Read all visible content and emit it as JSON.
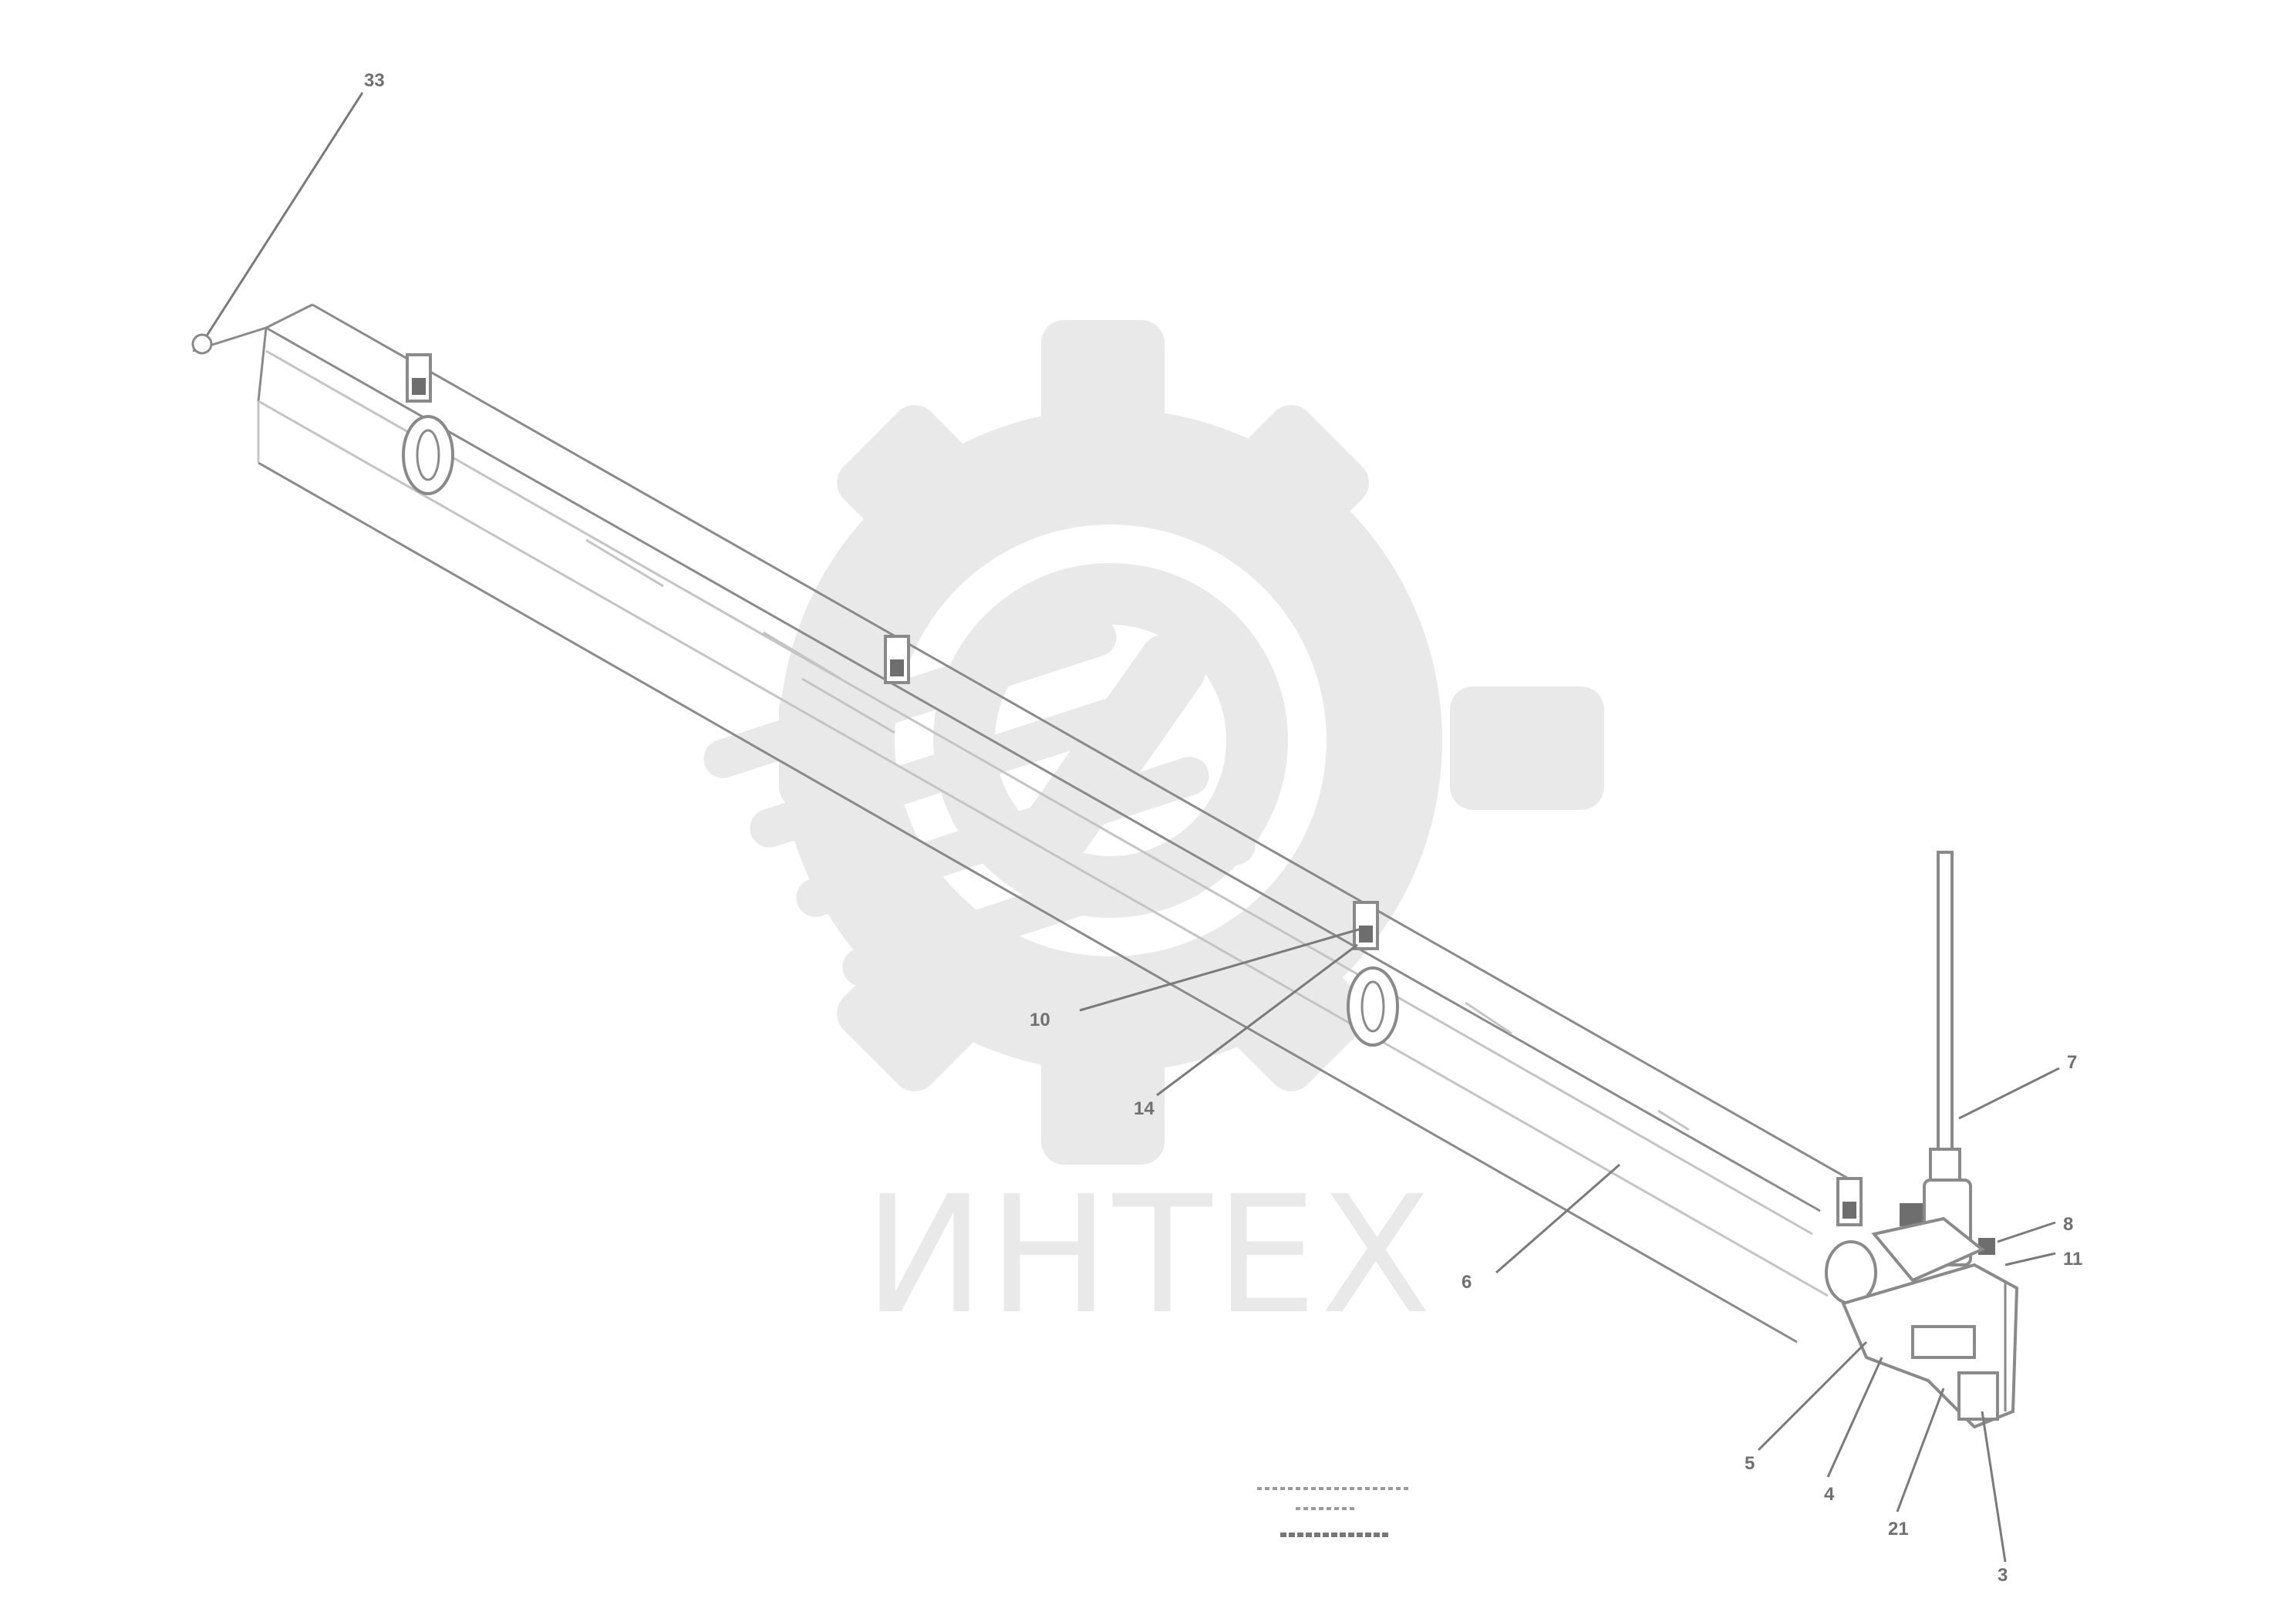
{
  "watermark": {
    "logo_icon": "gear-wrench-icon",
    "brand": "ИНТЕХ",
    "color": "#e9e9e9"
  },
  "callouts": [
    {
      "id": "c-top-left",
      "label": "33"
    },
    {
      "id": "c-mid-left",
      "label": "10"
    },
    {
      "id": "c-mid-lower",
      "label": "14"
    },
    {
      "id": "c-right-top",
      "label": "7"
    },
    {
      "id": "c-beam",
      "label": "6"
    },
    {
      "id": "c-right-a",
      "label": "8"
    },
    {
      "id": "c-right-b",
      "label": "11"
    },
    {
      "id": "c-bottom-a",
      "label": "5"
    },
    {
      "id": "c-bottom-b",
      "label": "4"
    },
    {
      "id": "c-bottom-c",
      "label": "21"
    },
    {
      "id": "c-bottom-d",
      "label": "3"
    }
  ],
  "reference": {
    "line1": "",
    "line2": "",
    "line3": ""
  },
  "colors": {
    "line": "#8a8a8a",
    "watermark": "#e9e9e9",
    "background": "#ffffff"
  }
}
